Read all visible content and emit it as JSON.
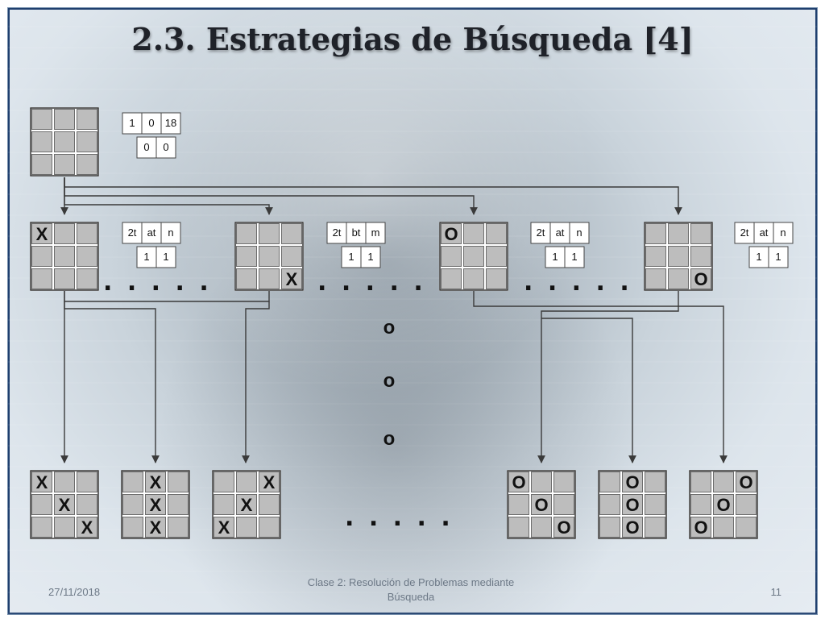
{
  "slide": {
    "title": "2.3. Estrategias de Búsqueda [4]",
    "footer": {
      "date": "27/11/2018",
      "center_line1": "Clase 2: Resolución de Problemas mediante",
      "center_line2": "Búsqueda",
      "page": "11"
    }
  },
  "diagram": {
    "root_info": {
      "row1": [
        "1",
        "0",
        "18"
      ],
      "row2": [
        "0",
        "0"
      ]
    },
    "level1_infos": [
      {
        "row1": [
          "2t",
          "at",
          "n"
        ],
        "row2": [
          "1",
          "1"
        ]
      },
      {
        "row1": [
          "2t",
          "bt",
          "m"
        ],
        "row2": [
          "1",
          "1"
        ]
      },
      {
        "row1": [
          "2t",
          "at",
          "n"
        ],
        "row2": [
          "1",
          "1"
        ]
      },
      {
        "row1": [
          "2t",
          "at",
          "n"
        ],
        "row2": [
          "1",
          "1"
        ]
      }
    ],
    "level1_boards": [
      [
        "X",
        "",
        "",
        "",
        "",
        "",
        "",
        "",
        ""
      ],
      [
        "",
        "",
        "",
        "",
        "",
        "",
        "",
        "",
        "X"
      ],
      [
        "O",
        "",
        "",
        "",
        "",
        "",
        "",
        "",
        ""
      ],
      [
        "",
        "",
        "",
        "",
        "",
        "",
        "",
        "",
        "O"
      ]
    ],
    "level2_boards": [
      [
        "X",
        "",
        "",
        "",
        "X",
        "",
        "",
        "",
        "X"
      ],
      [
        "",
        "X",
        "",
        "",
        "X",
        "",
        "",
        "X",
        ""
      ],
      [
        "",
        "",
        "X",
        "",
        "X",
        "",
        "X",
        "",
        ""
      ],
      [
        "O",
        "",
        "",
        "",
        "O",
        "",
        "",
        "",
        "O"
      ],
      [
        "",
        "O",
        "",
        "",
        "O",
        "",
        "",
        "O",
        ""
      ],
      [
        "",
        "",
        "O",
        "",
        "O",
        "",
        "O",
        "",
        ""
      ]
    ],
    "ellipsis": ". . . . .",
    "vertical_marks": [
      "o",
      "o",
      "o"
    ]
  }
}
